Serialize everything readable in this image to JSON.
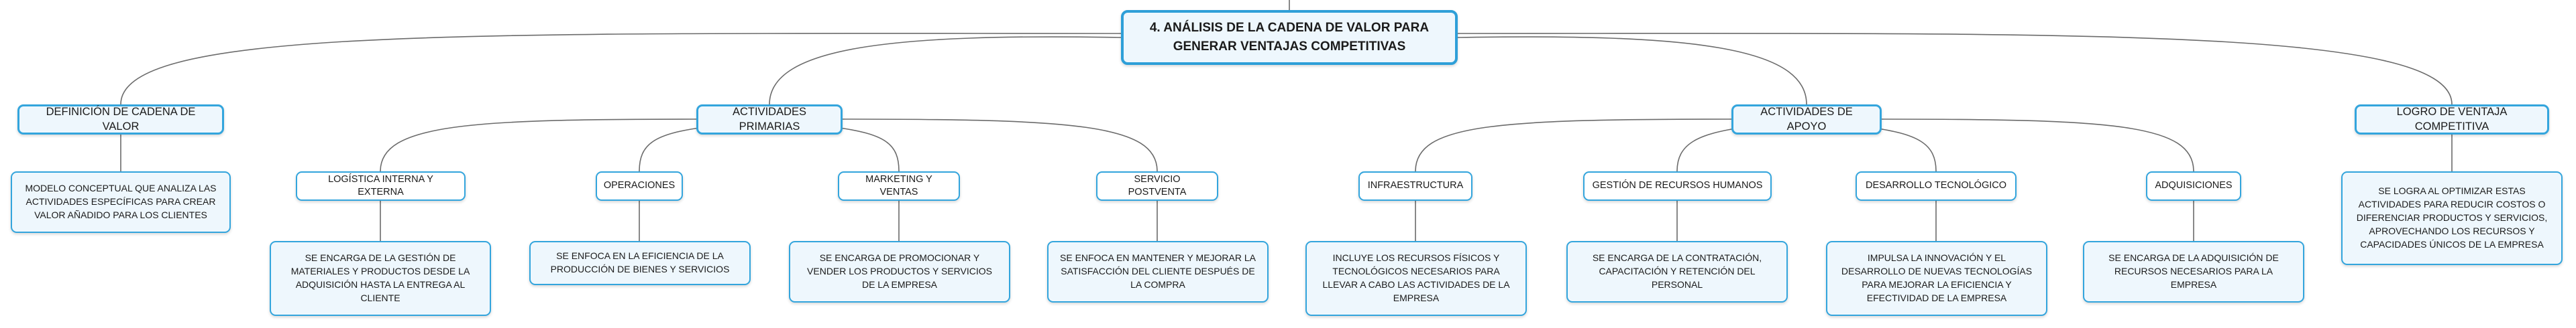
{
  "root": "4. ANÁLISIS DE LA CADENA DE VALOR PARA GENERAR VENTAJAS COMPETITIVAS",
  "categories": [
    {
      "label": "DEFINICIÓN DE CADENA DE VALOR",
      "children": [
        {
          "label": "MODELO CONCEPTUAL QUE ANALIZA LAS ACTIVIDADES ESPECÍFICAS PARA CREAR VALOR AÑADIDO PARA LOS CLIENTES"
        }
      ]
    },
    {
      "label": "ACTIVIDADES PRIMARIAS",
      "children": [
        {
          "label": "LOGÍSTICA INTERNA Y EXTERNA",
          "detail": "SE ENCARGA DE LA GESTIÓN DE MATERIALES Y PRODUCTOS DESDE LA ADQUISICIÓN HASTA LA ENTREGA AL CLIENTE"
        },
        {
          "label": "OPERACIONES",
          "detail": "SE ENFOCA EN LA EFICIENCIA DE LA PRODUCCIÓN DE BIENES Y SERVICIOS"
        },
        {
          "label": "MARKETING Y VENTAS",
          "detail": "SE ENCARGA DE PROMOCIONAR Y VENDER LOS PRODUCTOS Y SERVICIOS DE LA EMPRESA"
        },
        {
          "label": "SERVICIO POSTVENTA",
          "detail": "SE ENFOCA EN MANTENER Y MEJORAR LA SATISFACCIÓN DEL CLIENTE DESPUÉS DE LA COMPRA"
        }
      ]
    },
    {
      "label": "ACTIVIDADES DE APOYO",
      "children": [
        {
          "label": "INFRAESTRUCTURA",
          "detail": "INCLUYE LOS RECURSOS FÍSICOS Y TECNOLÓGICOS NECESARIOS PARA LLEVAR A CABO LAS ACTIVIDADES DE LA EMPRESA"
        },
        {
          "label": "GESTIÓN DE RECURSOS HUMANOS",
          "detail": "SE ENCARGA DE LA CONTRATACIÓN, CAPACITACIÓN Y RETENCIÓN DEL PERSONAL"
        },
        {
          "label": "DESARROLLO TECNOLÓGICO",
          "detail": "IMPULSA LA INNOVACIÓN Y EL DESARROLLO DE NUEVAS TECNOLOGÍAS PARA MEJORAR LA EFICIENCIA Y EFECTIVIDAD DE LA EMPRESA"
        },
        {
          "label": "ADQUISICIONES",
          "detail": "SE ENCARGA DE LA ADQUISICIÓN DE RECURSOS NECESARIOS PARA LA EMPRESA"
        }
      ]
    },
    {
      "label": "LOGRO DE VENTAJA COMPETITIVA",
      "children": [
        {
          "label": "SE LOGRA AL OPTIMIZAR ESTAS ACTIVIDADES PARA REDUCIR COSTOS O DIFERENCIAR PRODUCTOS Y SERVICIOS, APROVECHANDO LOS RECURSOS Y CAPACIDADES ÚNICOS DE LA EMPRESA"
        }
      ]
    }
  ],
  "colors": {
    "border": "#33a5dd",
    "fill_light": "#eef7fd",
    "line": "#6b6b6b",
    "text": "#1b1b1b"
  }
}
